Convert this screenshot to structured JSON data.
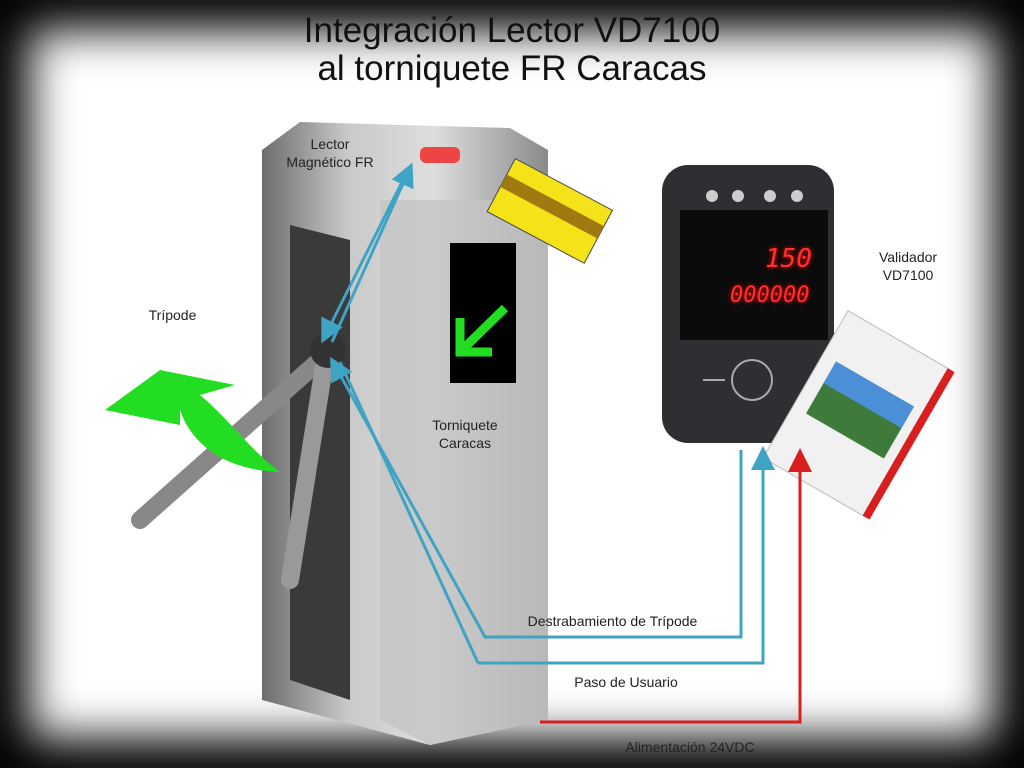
{
  "title": {
    "line1": "Integración Lector VD7100",
    "line2": "al torniquete FR Caracas"
  },
  "labels": {
    "lector": [
      "Lector",
      "Magnético FR"
    ],
    "tripode": "Trípode",
    "torniquete": [
      "Torniquete",
      "Caracas"
    ],
    "validador": [
      "Validador",
      "VD7100"
    ],
    "destrabamiento": "Destrabamiento de Trípode",
    "paso": "Paso de Usuario",
    "alimentacion": "Alimentación 24VDC"
  },
  "validator_display": {
    "line1": "150",
    "line2": "000000"
  },
  "colors": {
    "signal": "#3fa3c4",
    "power": "#d81e1e",
    "green_arrow": "#22dd22",
    "card": "#f5e31a"
  }
}
